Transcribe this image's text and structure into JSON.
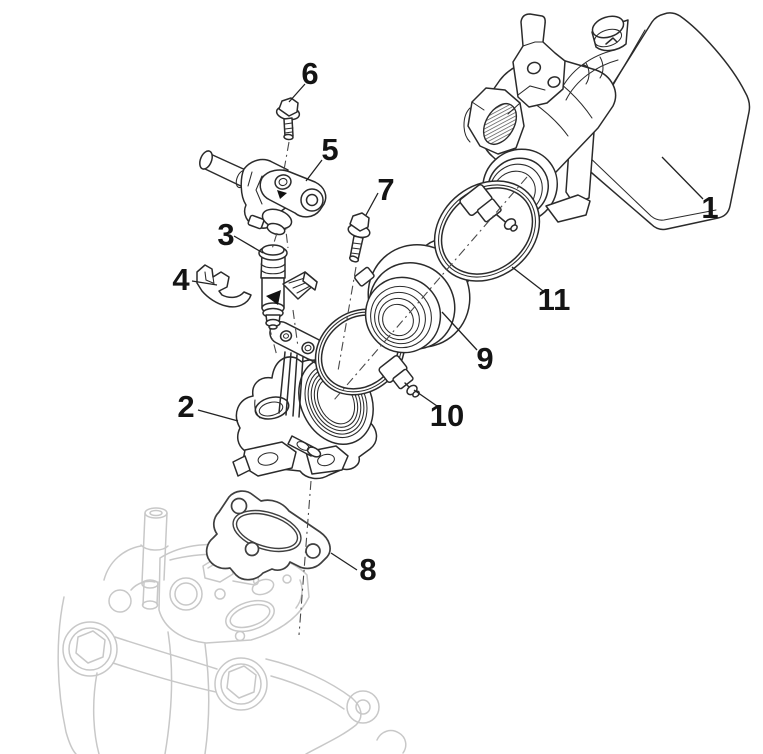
{
  "diagram": {
    "callouts": [
      {
        "label": "1"
      },
      {
        "label": "2"
      },
      {
        "label": "3"
      },
      {
        "label": "4"
      },
      {
        "label": "5"
      },
      {
        "label": "6"
      },
      {
        "label": "7"
      },
      {
        "label": "8"
      },
      {
        "label": "9"
      },
      {
        "label": "10"
      },
      {
        "label": "11"
      }
    ]
  },
  "colors": {
    "background": "#ffffff",
    "part_line": "#2b2b2b",
    "faded_line": "#c8c8c8",
    "gasket_line": "#3f3f3f",
    "callout_text": "#141414",
    "arrow_fill": "#111111"
  }
}
